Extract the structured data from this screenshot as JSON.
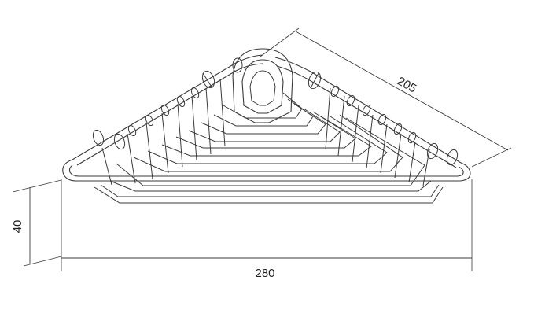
{
  "dimensions": {
    "width_label": "280",
    "height_label": "40",
    "depth_label": "205"
  },
  "colors": {
    "line": "#3a3a3a",
    "background": "#ffffff"
  }
}
